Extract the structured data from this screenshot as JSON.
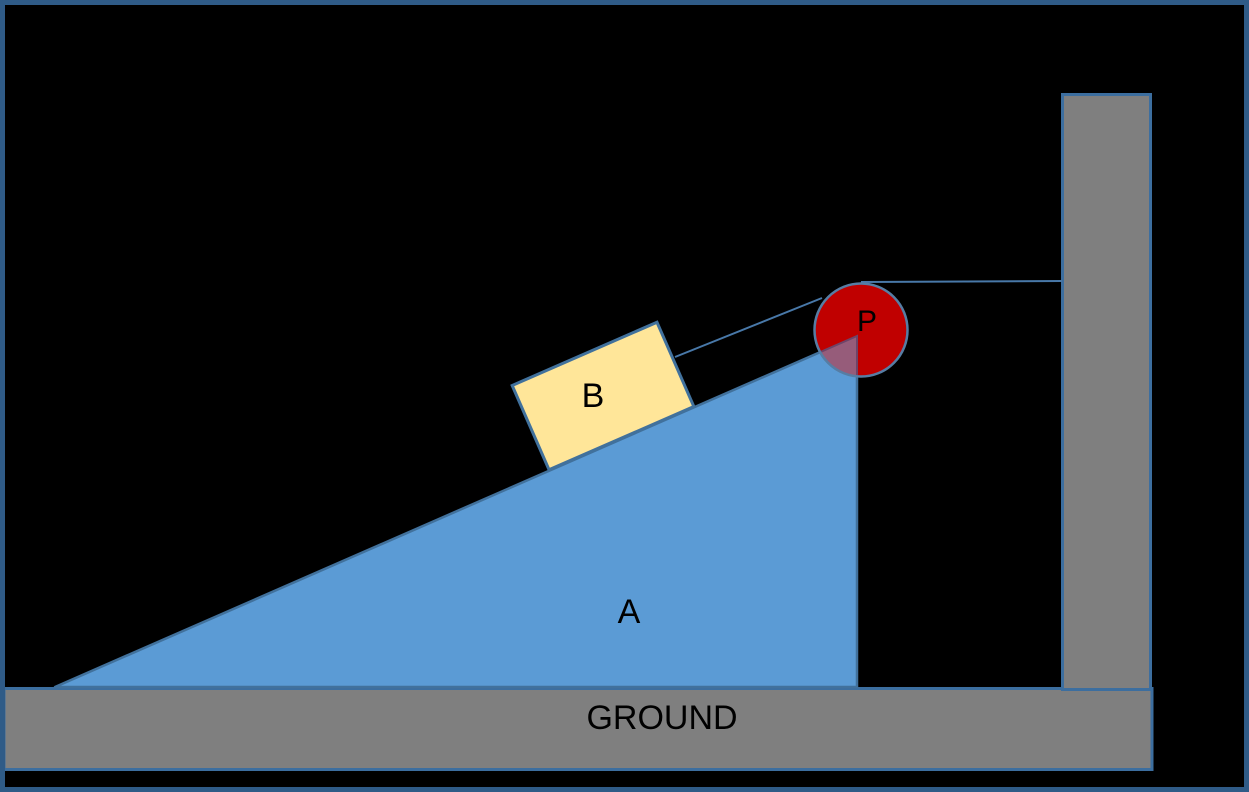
{
  "diagram": {
    "kind": "inclined-plane-pulley-system",
    "labels": {
      "incline": "A",
      "block": "B",
      "pulley": "P",
      "ground": "GROUND"
    },
    "colors": {
      "background": "#000000",
      "canvas_border": "#2F5B87",
      "incline_fill": "#5B9BD5",
      "incline_stroke": "#41719C",
      "block_fill": "#FFE699",
      "block_stroke": "#41719C",
      "pulley_fill": "#C00000",
      "pulley_stroke": "#567DA4",
      "overlap_fill": "#965C7A",
      "overlap_stroke": "#6E4468",
      "ground_fill": "#7F7F7F",
      "ground_stroke": "#3C6E9F",
      "wall_fill": "#7F7F7F",
      "wall_stroke": "#3C6E9F",
      "rope": "#4878A8",
      "label_text": "#000000"
    }
  }
}
